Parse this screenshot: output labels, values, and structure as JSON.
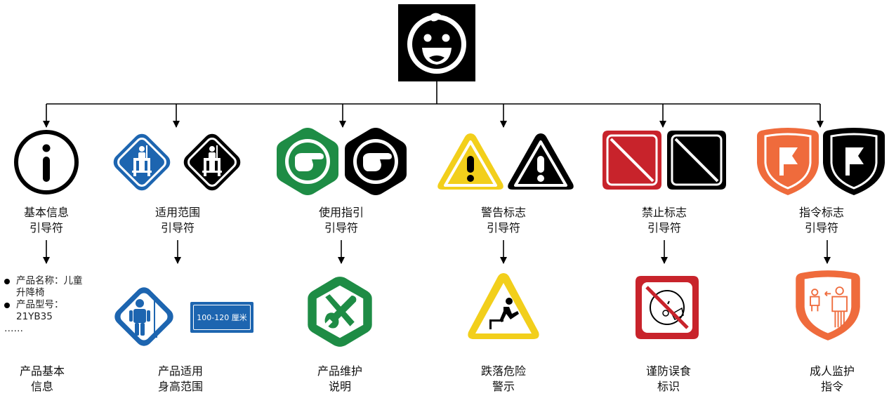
{
  "root": {
    "icon": "baby-face-icon"
  },
  "groups": [
    {
      "id": "basic-info",
      "guide": [
        "基本信息",
        "引导符"
      ],
      "detail": [
        "产品基本",
        "信息"
      ]
    },
    {
      "id": "scope",
      "guide": [
        "适用范围",
        "引导符"
      ],
      "detail": [
        "产品适用",
        "身高范围"
      ]
    },
    {
      "id": "usage",
      "guide": [
        "使用指引",
        "引导符"
      ],
      "detail": [
        "产品维护",
        "说明"
      ]
    },
    {
      "id": "warning",
      "guide": [
        "警告标志",
        "引导符"
      ],
      "detail": [
        "跌落危险",
        "警示"
      ]
    },
    {
      "id": "prohibition",
      "guide": [
        "禁止标志",
        "引导符"
      ],
      "detail": [
        "谨防误食",
        "标识"
      ]
    },
    {
      "id": "instruction",
      "guide": [
        "指令标志",
        "引导符"
      ],
      "detail": [
        "成人监护",
        "指令"
      ]
    }
  ],
  "basic_info_bullets": {
    "items": [
      {
        "label": "产品名称：儿童",
        "cont": "升降椅"
      },
      {
        "label": "产品型号：",
        "cont": "21YB35"
      }
    ],
    "ellipsis": "……"
  },
  "height_range": {
    "value": "100-120",
    "unit": "厘米"
  },
  "colors": {
    "blue": "#1d65b0",
    "green": "#1e8c45",
    "yellow": "#f2cf1b",
    "red": "#c8232b",
    "orange": "#ef6b3c",
    "black": "#000000"
  }
}
